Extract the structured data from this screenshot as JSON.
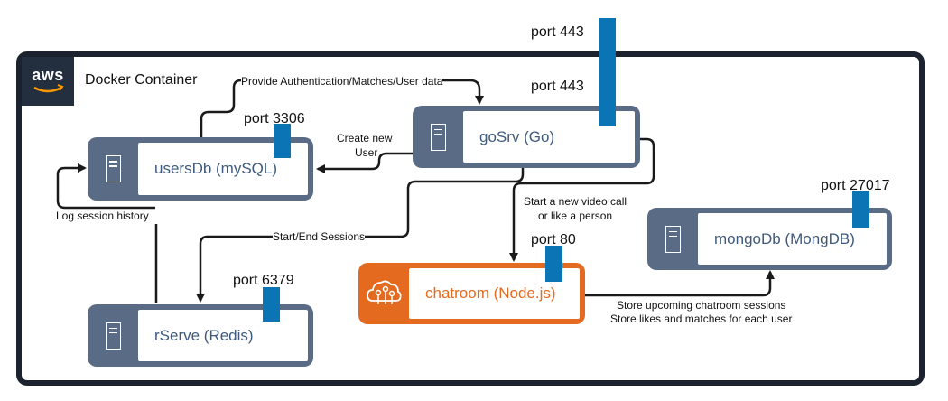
{
  "container": {
    "label": "Docker Container",
    "logo_text": "aws"
  },
  "nodes": {
    "usersdb": {
      "label": "usersDb (mySQL)",
      "port": "port 3306",
      "icon": "server-icon"
    },
    "gosrv": {
      "label": "goSrv (Go)",
      "port": "port 443",
      "icon": "server-icon"
    },
    "mongodb": {
      "label": "mongoDb (MongDB)",
      "port": "port 27017",
      "icon": "server-icon"
    },
    "chatroom": {
      "label": "chatroom (Node.js)",
      "port": "port 80",
      "icon": "cloud-tree-icon"
    },
    "rserve": {
      "label": "rServe (Redis)",
      "port": "port 6379",
      "icon": "server-icon"
    }
  },
  "external_port": "port 443",
  "edges": {
    "auth": "Provide Authentication/Matches/User data",
    "create_user_1": "Create new",
    "create_user_2": "User",
    "log_history": "Log session history",
    "sessions": "Start/End Sessions",
    "video_1": "Start a new video call",
    "video_2": "or like a person",
    "store_1": "Store upcoming chatroom sessions",
    "store_2": "Store likes and matches for each user"
  },
  "colors": {
    "node": "#5a6b85",
    "node_text": "#3f5a7d",
    "chatroom": "#e46a1f",
    "port": "#0a74b5",
    "container_border": "#1c232e"
  }
}
